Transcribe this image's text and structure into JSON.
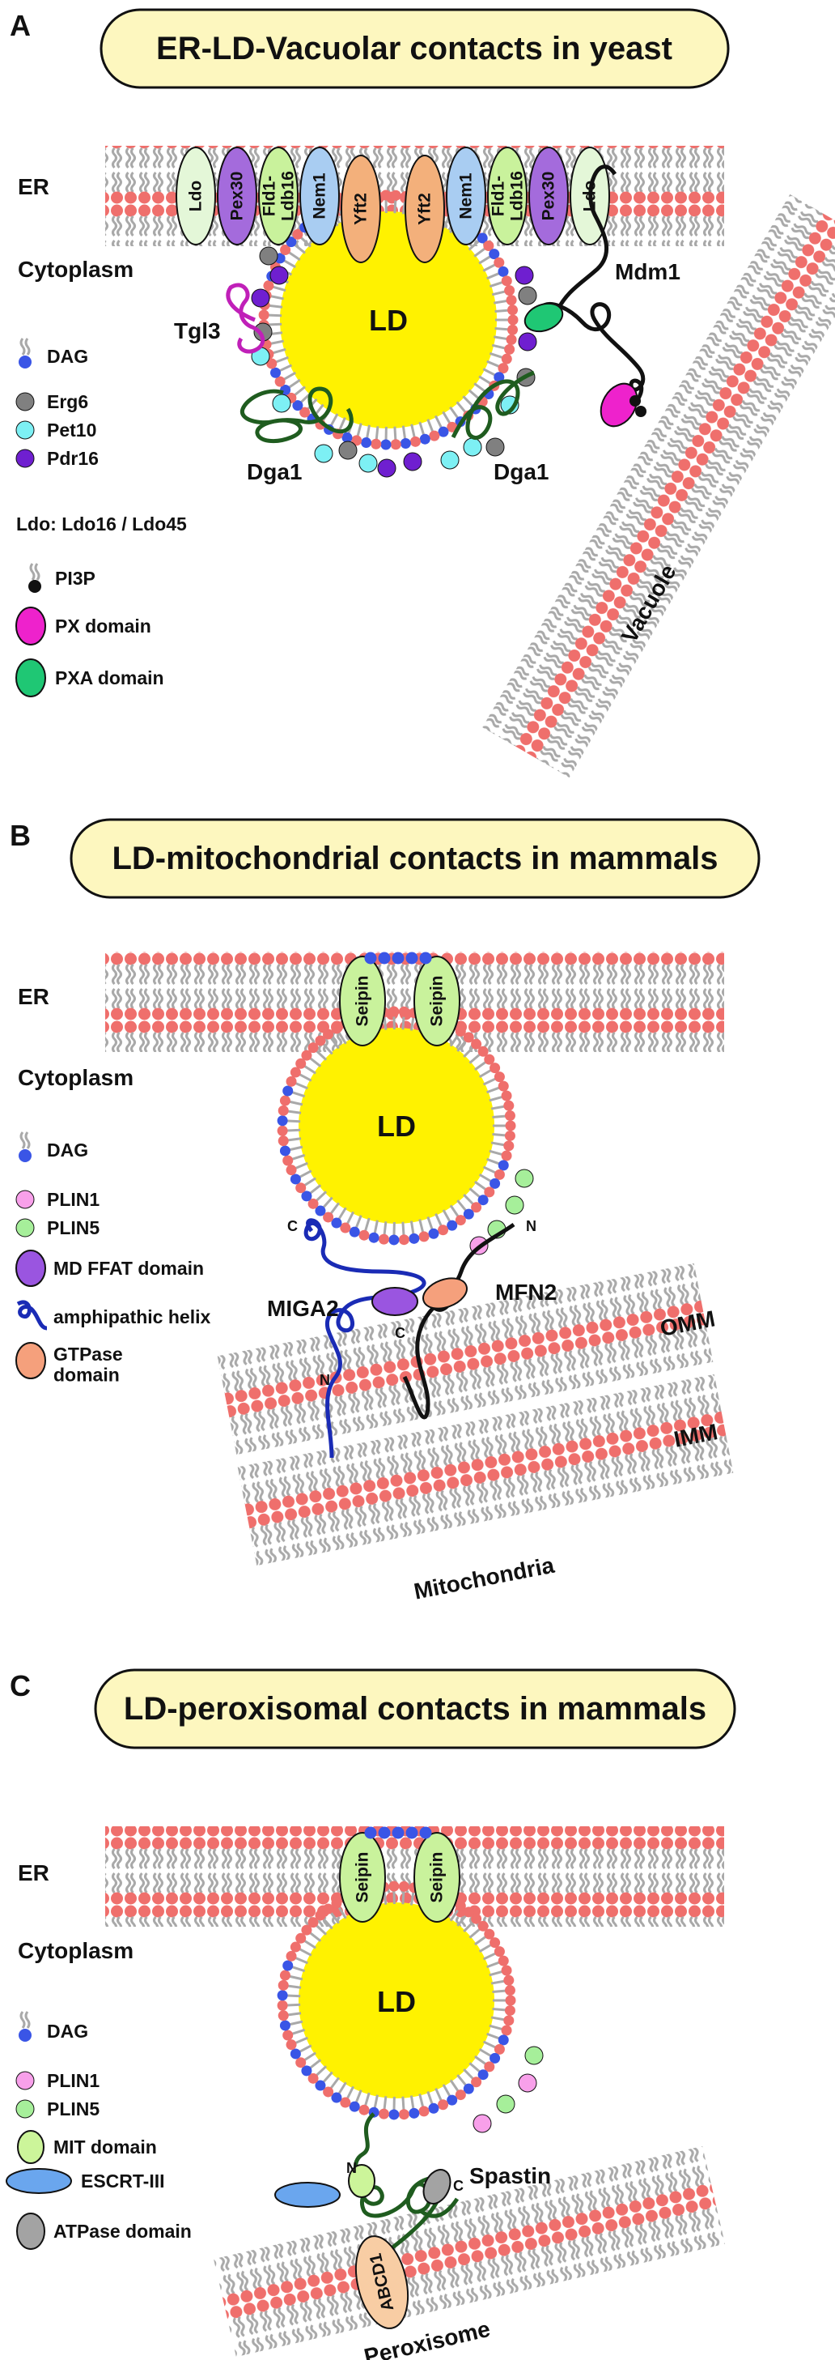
{
  "colors": {
    "head": "#ef6f6c",
    "tail": "#a9a9a9",
    "ld_fill": "#fff200",
    "title_bg": "#fdf7bf",
    "dag": "#3a55e6",
    "erg6": "#808080",
    "pet10": "#7df0f4",
    "pdr16": "#6f1fd0",
    "pi3p": "#111111",
    "px": "#ee22cc",
    "pxa": "#1fc774",
    "plin1": "#f8a0ea",
    "plin5": "#a6ef9a",
    "md_ffat": "#9a55e0",
    "amph_helix": "#1a2bb5",
    "gtpase": "#f5a07c",
    "mit": "#ccf59a",
    "escrt": "#6aa6ee",
    "atpase": "#a3a3a3",
    "abcd1": "#f8cda4",
    "seipin": "#c9f29c",
    "ldo": "#e4f7d8",
    "pex30": "#a46bdc",
    "fld1": "#c9f29c",
    "nem1": "#a9cdf2",
    "yft2": "#f3b07b",
    "tgl3": "#c020b8",
    "dga1": "#1f5c1f",
    "mdm1": "#111111",
    "miga2": "#1a2bb5",
    "mfn2": "#111111",
    "spastin_chain": "#1f5c1f"
  },
  "panels": [
    {
      "letter": "A",
      "title": "ER-LD-Vacuolar contacts in yeast",
      "labels": {
        "er": "ER",
        "cytoplasm": "Cytoplasm",
        "ld": "LD",
        "tgl3": "Tgl3",
        "mdm1": "Mdm1",
        "dga1_left": "Dga1",
        "dga1_right": "Dga1",
        "vacuole": "Vacuole"
      },
      "proteins": [
        "Ldo",
        "Pex30",
        "Fld1-\nLdb16",
        "Nem1",
        "Yft2",
        "Yft2",
        "Nem1",
        "Fld1-\nLdb16",
        "Pex30",
        "Ldo"
      ],
      "legend": [
        "DAG",
        "Erg6",
        "Pet10",
        "Pdr16",
        "Ldo: Ldo16 / Ldo45",
        "PI3P",
        "PX domain",
        "PXA domain"
      ]
    },
    {
      "letter": "B",
      "title": "LD-mitochondrial contacts in mammals",
      "labels": {
        "er": "ER",
        "cytoplasm": "Cytoplasm",
        "ld": "LD",
        "seipin_left": "Seipin",
        "seipin_right": "Seipin",
        "miga2": "MIGA2",
        "mfn2": "MFN2",
        "omm": "OMM",
        "imm": "IMM",
        "mitochondria": "Mitochondria",
        "c1": "C",
        "n1": "N",
        "c2": "C",
        "n2": "N"
      },
      "legend": [
        "DAG",
        "PLIN1",
        "PLIN5",
        "MD FFAT domain",
        "amphipathic helix",
        "GTPase\ndomain"
      ]
    },
    {
      "letter": "C",
      "title": "LD-peroxisomal contacts in mammals",
      "labels": {
        "er": "ER",
        "cytoplasm": "Cytoplasm",
        "ld": "LD",
        "seipin_left": "Seipin",
        "seipin_right": "Seipin",
        "spastin": "Spastin",
        "abcd1": "ABCD1",
        "peroxisome": "Peroxisome",
        "n": "N",
        "c": "C"
      },
      "legend": [
        "DAG",
        "PLIN1",
        "PLIN5",
        "MIT domain",
        "ESCRT-III",
        "ATPase domain"
      ]
    }
  ]
}
